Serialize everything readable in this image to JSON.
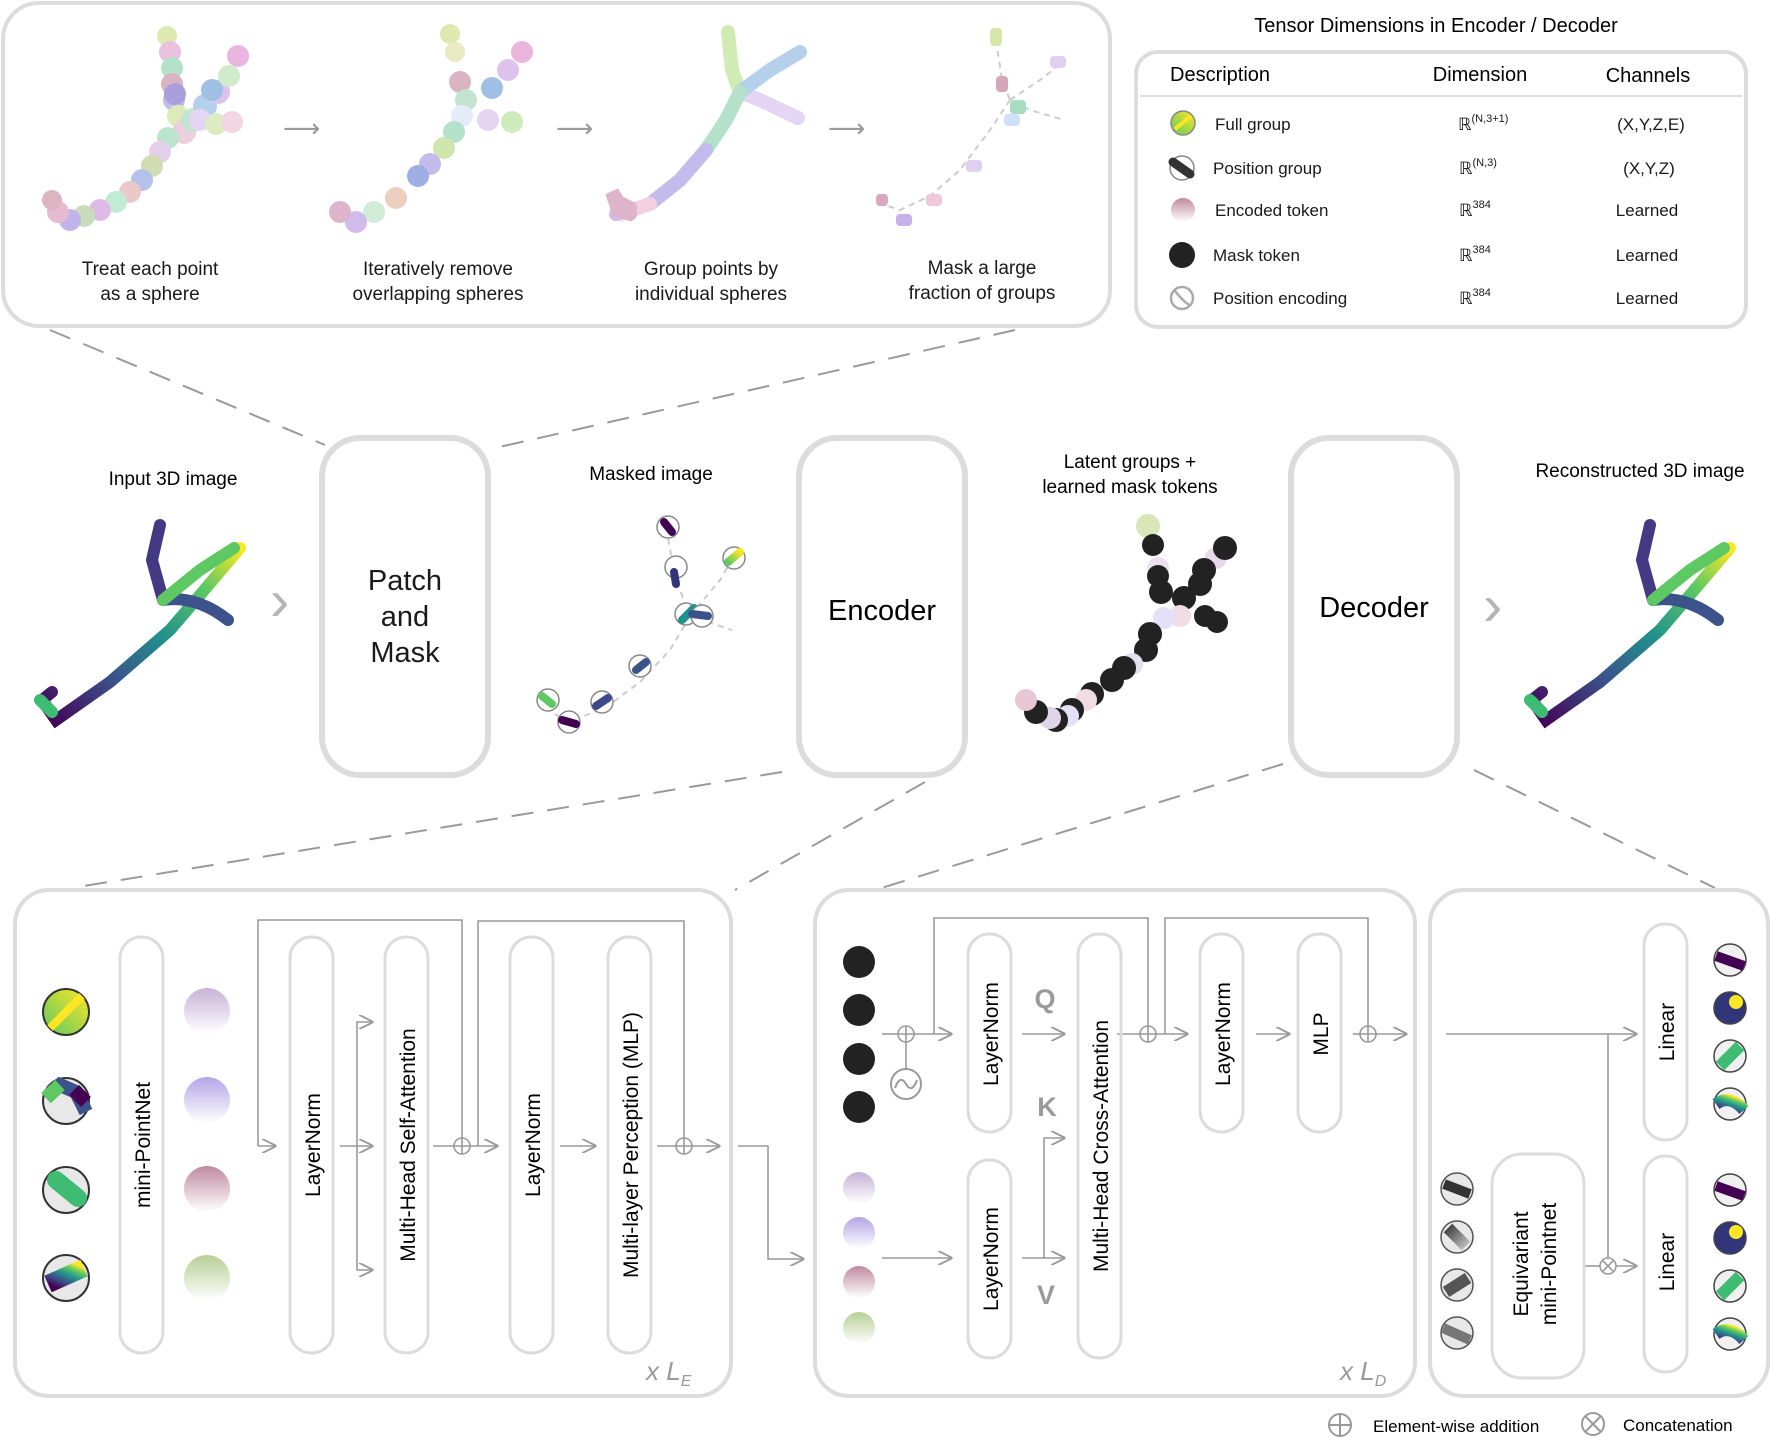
{
  "top_panel": {
    "steps": [
      {
        "line1": "Treat each point",
        "line2": "as a sphere"
      },
      {
        "line1": "Iteratively remove",
        "line2": "overlapping spheres"
      },
      {
        "line1": "Group points by",
        "line2": "individual spheres"
      },
      {
        "line1": "Mask a large",
        "line2": "fraction of groups"
      }
    ]
  },
  "table": {
    "title": "Tensor Dimensions in Encoder / Decoder",
    "headers": {
      "description": "Description",
      "dimension": "Dimension",
      "channels": "Channels"
    },
    "rows": [
      {
        "icon": "full-group-icon",
        "description": "Full group",
        "dim_base": "ℝ",
        "dim_sup": "(N,3+1)",
        "channels": "(X,Y,Z,E)"
      },
      {
        "icon": "position-group-icon",
        "description": "Position group",
        "dim_base": "ℝ",
        "dim_sup": "(N,3)",
        "channels": "(X,Y,Z)"
      },
      {
        "icon": "encoded-token-icon",
        "description": "Encoded token",
        "dim_base": "ℝ",
        "dim_sup": "384",
        "channels": "Learned"
      },
      {
        "icon": "mask-token-icon",
        "description": "Mask token",
        "dim_base": "ℝ",
        "dim_sup": "384",
        "channels": "Learned"
      },
      {
        "icon": "position-encoding-icon",
        "description": "Position encoding",
        "dim_base": "ℝ",
        "dim_sup": "384",
        "channels": "Learned"
      }
    ]
  },
  "pipeline": {
    "input_label": "Input 3D image",
    "patch_mask": [
      "Patch",
      "and",
      "Mask"
    ],
    "masked_label": "Masked image",
    "encoder": "Encoder",
    "latent_label_1": "Latent groups +",
    "latent_label_2": "learned mask tokens",
    "decoder": "Decoder",
    "reconstructed_label": "Reconstructed 3D image"
  },
  "encoder_detail": {
    "mini_pointnet": "mini-PointNet",
    "layernorm_1": "LayerNorm",
    "mhsa": "Multi-Head Self-Attention",
    "layernorm_2": "LayerNorm",
    "mlp": "Multi-layer Perception (MLP)",
    "repeat_x": "x L",
    "repeat_sub": "E"
  },
  "decoder_detail": {
    "layernorm_q": "LayerNorm",
    "layernorm_kv": "LayerNorm",
    "q": "Q",
    "k": "K",
    "v": "V",
    "mhca": "Multi-Head Cross-Attention",
    "layernorm_3": "LayerNorm",
    "mlp": "MLP",
    "repeat_x": "x L",
    "repeat_sub": "D"
  },
  "head_detail": {
    "linear_top": "Linear",
    "linear_bottom": "Linear",
    "equivariant_1": "Equivariant",
    "equivariant_2": "mini-Pointnet"
  },
  "legend": {
    "addition": "Element-wise addition",
    "concatenation": "Concatenation"
  },
  "colors": {
    "panel_border": "#dcdcdc",
    "arrow": "#9a9a9a",
    "mask_token": "#222222",
    "viridis_dark": "#440154",
    "viridis_mid": "#21918c",
    "viridis_light": "#fde725"
  }
}
